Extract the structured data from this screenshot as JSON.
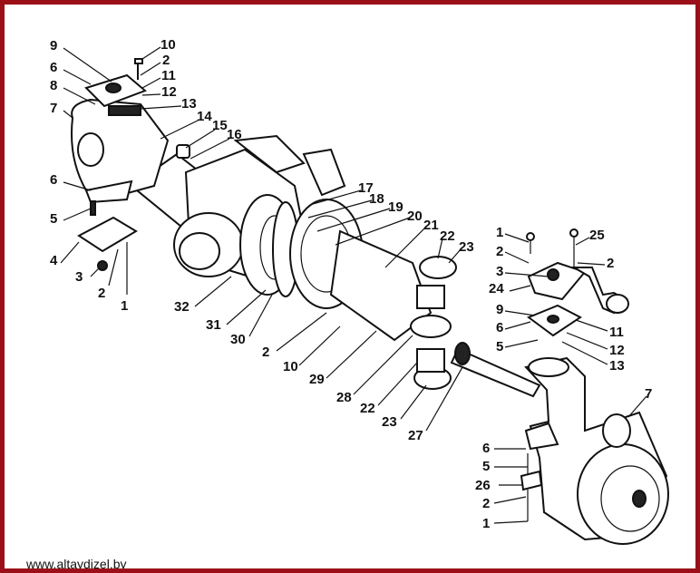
{
  "diagram": {
    "title": "Front drive axle exploded view",
    "left_callouts": [
      "9",
      "10",
      "6",
      "2",
      "11",
      "8",
      "12",
      "7",
      "13",
      "14",
      "15",
      "16",
      "6",
      "5",
      "4",
      "3",
      "2",
      "1",
      "32",
      "31",
      "30"
    ],
    "center_callouts": [
      "17",
      "18",
      "19",
      "20",
      "21",
      "22",
      "23",
      "2",
      "10",
      "29",
      "28",
      "22",
      "23",
      "27"
    ],
    "right_callouts": [
      "1",
      "25",
      "2",
      "2",
      "3",
      "24",
      "9",
      "6",
      "11",
      "5",
      "12",
      "13",
      "7",
      "6",
      "5",
      "26",
      "2",
      "1"
    ]
  },
  "footer": {
    "website": "www.altaydizel.by"
  },
  "colors": {
    "border": "#9b1018",
    "ink": "#111111"
  }
}
